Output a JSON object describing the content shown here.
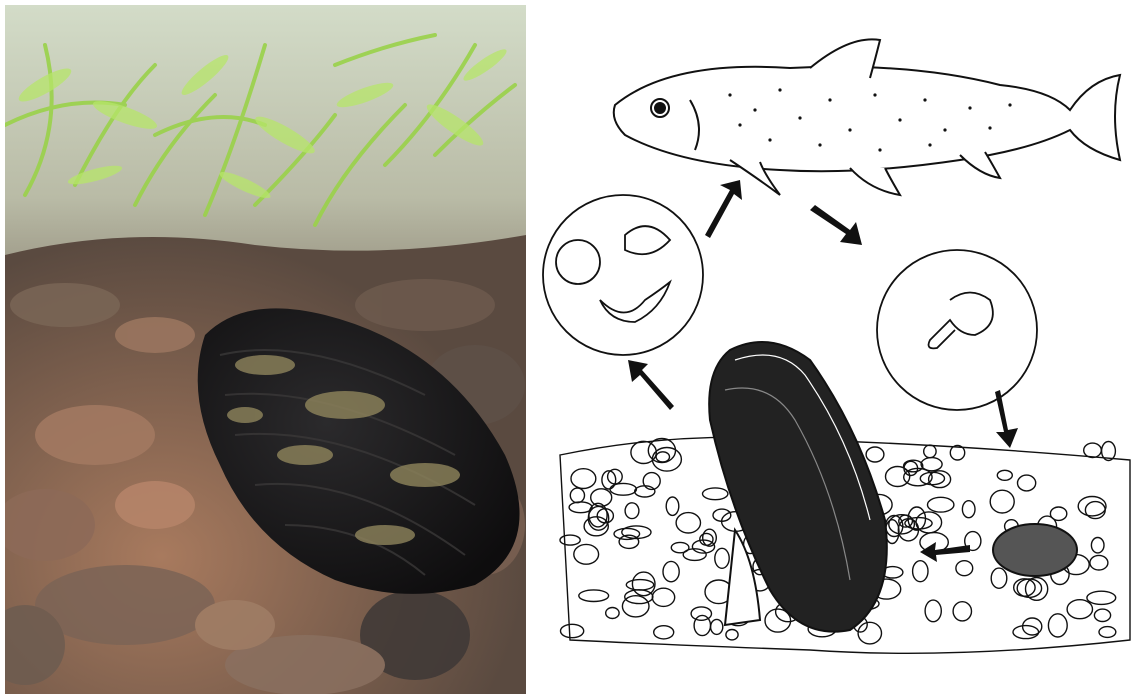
{
  "figure": {
    "photo": {
      "subject": "freshwater-pearl-mussel-underwater-photo",
      "colors": {
        "water_top": "#cfd8c2",
        "water_mid": "#8f8a7a",
        "riverbed": "#8a6a55",
        "plants": "#9ad24a",
        "shell": "#1c1a1a",
        "algae": "#8f855c"
      }
    },
    "diagram": {
      "subject": "mussel-life-cycle-diagram",
      "stages": [
        "adult-mussel",
        "glochidia-larvae",
        "host-fish",
        "encysted-larva",
        "juvenile-mussel"
      ],
      "colors": {
        "ink": "#111111",
        "paper": "#ffffff"
      }
    }
  }
}
